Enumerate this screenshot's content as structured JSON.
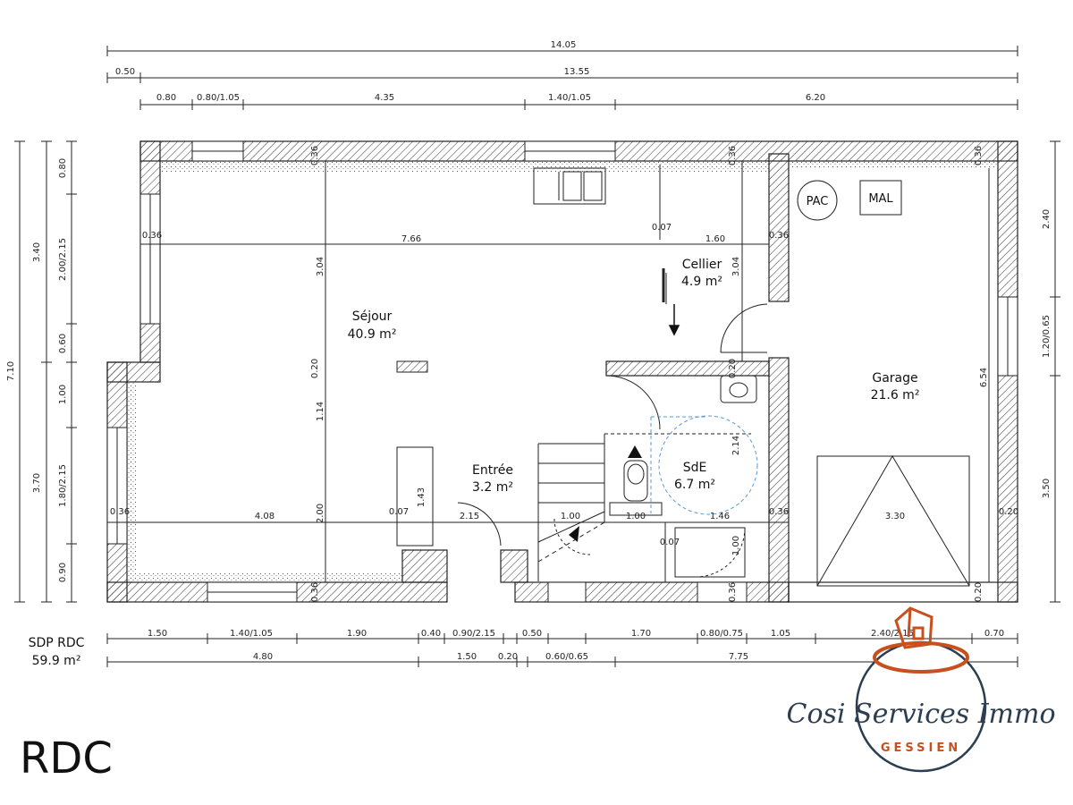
{
  "level": "RDC",
  "sdp": {
    "label": "SDP RDC",
    "value": "59.9 m²"
  },
  "rooms": {
    "sejour": {
      "name": "Séjour",
      "area": "40.9 m²"
    },
    "cellier": {
      "name": "Cellier",
      "area": "4.9 m²"
    },
    "garage": {
      "name": "Garage",
      "area": "21.6 m²"
    },
    "entree": {
      "name": "Entrée",
      "area": "3.2 m²"
    },
    "sde": {
      "name": "SdE",
      "area": "6.7 m²"
    }
  },
  "equipment": {
    "pac": "PAC",
    "mal": "MAL"
  },
  "top_dims": {
    "total": "14.05",
    "row2_a": "0.50",
    "row2_b": "13.55",
    "row3": [
      "0.80",
      "0.80/1.05",
      "4.35",
      "1.40/1.05",
      "6.20"
    ]
  },
  "bottom_dims": {
    "row1": [
      "1.50",
      "1.40/1.05",
      "1.90",
      "0.40",
      "0.90/2.15",
      "0.50",
      "1.70",
      "0.80/0.75",
      "1.05",
      "2.40/2.15",
      "0.70"
    ],
    "row2": [
      "4.80",
      "1.50",
      "0.20",
      "0.60/0.65",
      "7.75"
    ]
  },
  "left_dims": {
    "total": "7.10",
    "row2": [
      "3.40",
      "3.70"
    ],
    "row3": [
      "0.80",
      "2.00/2.15",
      "0.60",
      "1.00",
      "1.80/2.15",
      "0.90"
    ]
  },
  "right_dims": [
    "2.40",
    "1.20/0.65",
    "3.50"
  ],
  "interior_dims": {
    "w1": "0.36",
    "w2": "0.36",
    "w3": "0.36",
    "w4": "0.36",
    "sejour_width": "7.66",
    "cellier_gap": "0.07",
    "cellier_width": "1.60",
    "w5": "0.36",
    "h_304a": "3.04",
    "h_304b": "3.04",
    "h_020a": "0.20",
    "h_020b": "0.20",
    "h_114": "1.14",
    "h_200": "2.00",
    "h_143": "1.43",
    "h_214": "2.14",
    "h_654": "6.54",
    "w6": "0.36",
    "sej_bottom": "4.08",
    "g1": "0.07",
    "e215": "2.15",
    "s100": "1.00",
    "s100b": "1.00",
    "s146": "1.46",
    "w7": "0.36",
    "garage_w": "3.30",
    "w8": "0.20",
    "g2": "0.07",
    "v100": "1.00",
    "w9": "0.36",
    "w10": "0.36",
    "w11": "0.20"
  },
  "logo": {
    "name": "Cosi Services Immo",
    "subtitle": "GESSIEN"
  },
  "colors": {
    "line": "#222222",
    "accent": "#c8501e",
    "logo_dark": "#2c3e50",
    "shower": "#5a9bd5"
  }
}
